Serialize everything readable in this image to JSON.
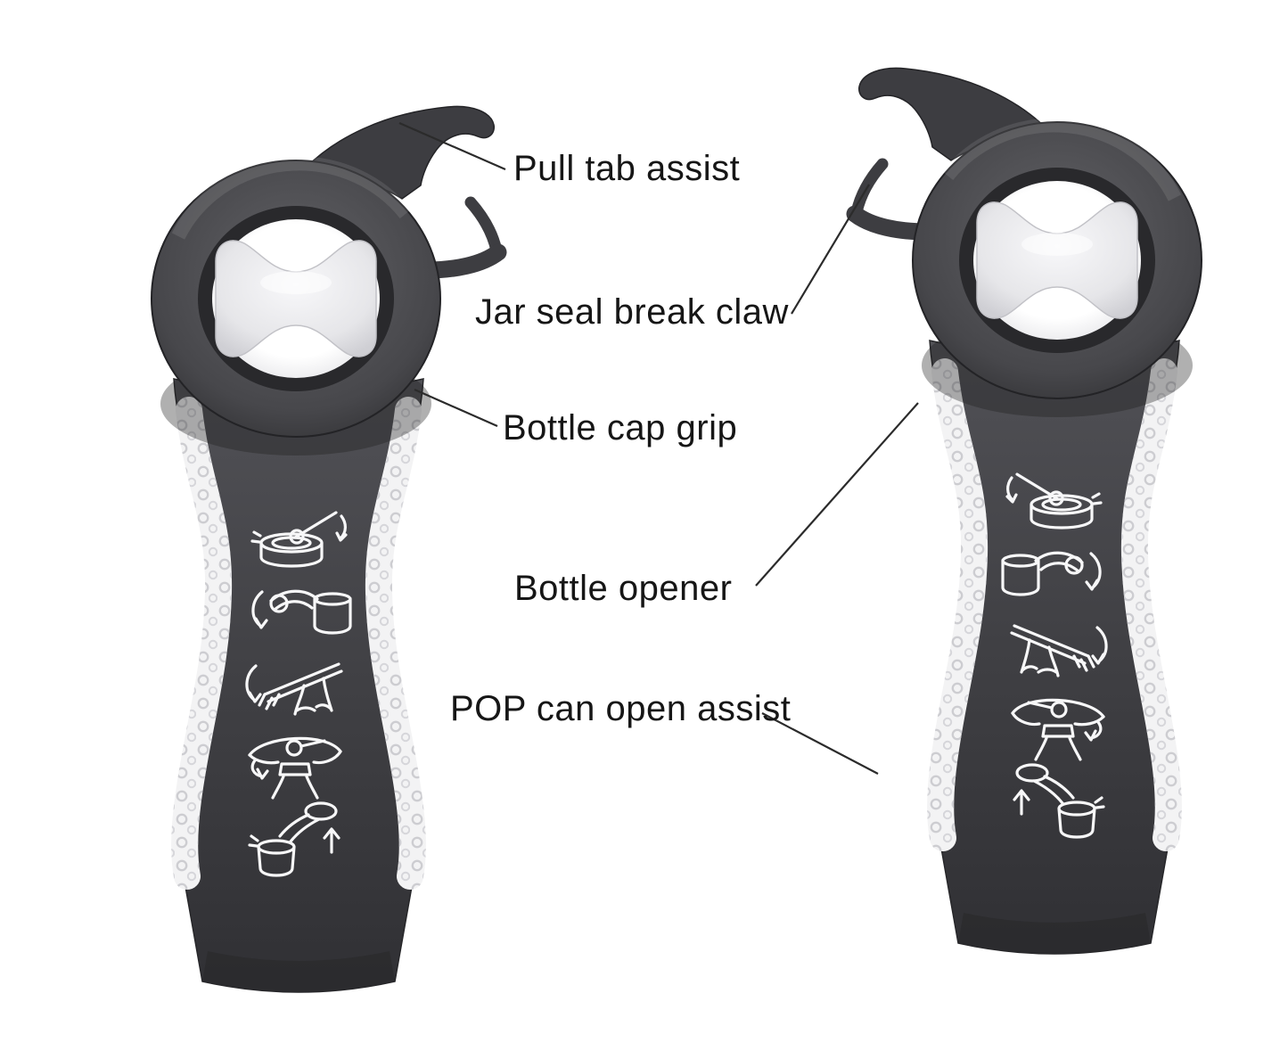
{
  "figure": {
    "views": [
      "front",
      "back"
    ]
  },
  "labels": [
    {
      "id": "pull-tab-assist",
      "text": "Pull tab assist"
    },
    {
      "id": "jar-seal-break-claw",
      "text": "Jar seal break claw"
    },
    {
      "id": "bottle-cap-grip",
      "text": "Bottle cap grip"
    },
    {
      "id": "bottle-opener",
      "text": "Bottle opener"
    },
    {
      "id": "pop-can-open-assist",
      "text": "POP can open assist"
    }
  ],
  "handle_pictograms": [
    "can-pull-tab-pierce-icon",
    "jar-lid-twist-icon",
    "bottle-cap-lever-icon",
    "cap-twist-icon",
    "pop-can-lift-icon"
  ],
  "colors": {
    "background": "#ffffff",
    "tool_body_dark": "#3d3d41",
    "ring_face": "#47474b",
    "inner_rim": "#29292c",
    "insert_light": "#e6e6e9",
    "grip_white": "#f3f3f4",
    "pictogram_stroke": "#f7f7f8",
    "label_text": "#161616",
    "leader_line": "#2b2b2b"
  }
}
